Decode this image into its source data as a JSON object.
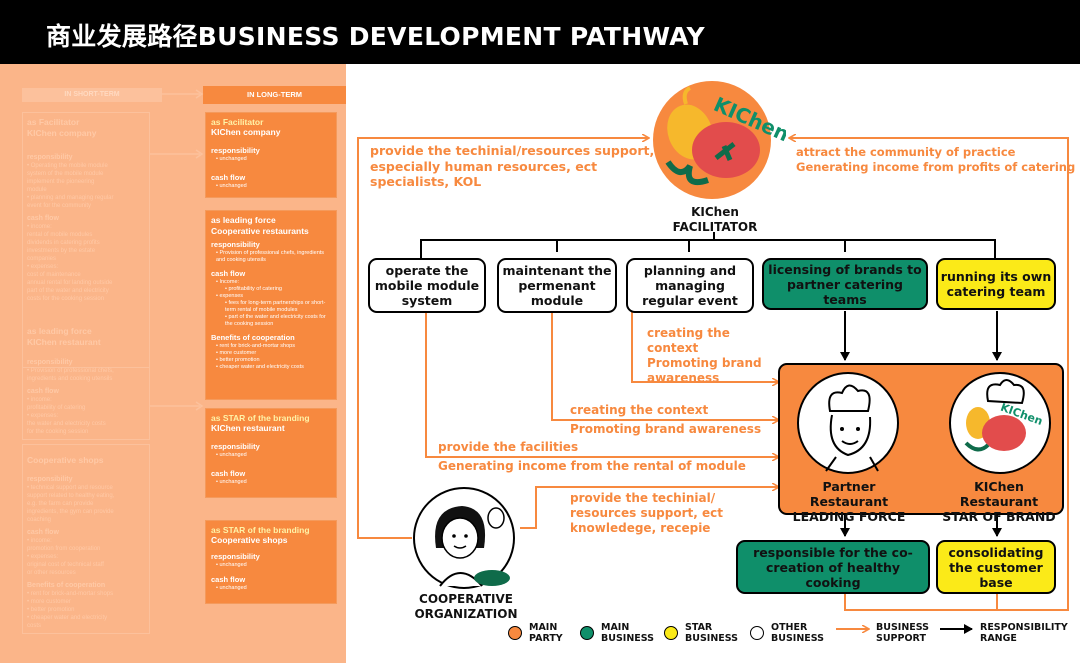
{
  "header": {
    "title": "商业发展路径BUSINESS DEVELOPMENT PATHWAY"
  },
  "left_panel": {
    "short_term_label": "IN SHORT-TERM",
    "long_term_label": "IN LONG-TERM",
    "short_term_sections": [
      {
        "role": "as Facilitator",
        "name": "KIChen company",
        "lines": [
          "responsibility",
          "• Operating the mobile module",
          "  system of the mobile module",
          "  implement the pioneering",
          "  module",
          "• planning and managing regular",
          "  event for the community",
          "cash flow",
          "• income:",
          "  rental of mobile modules",
          "  dividends in catering profits",
          "  investments by the estate",
          "  companies",
          "• expenses:",
          "  cost of maintenance",
          "  annual rental for landing outside",
          "  part of the water and electricity",
          "  costs for the cooking session"
        ]
      },
      {
        "role": "as leading force",
        "name": "KIChen restaurant",
        "lines": [
          "responsibility",
          "• Provision of professional chefs,",
          "  ingredients and cooking utensils",
          "cash flow",
          "• income:",
          "  profitability of catering",
          "• expenses:",
          "  the water and electricity costs",
          "  for the cooking session"
        ]
      },
      {
        "role": "",
        "name": "Cooperative shops",
        "lines": [
          "responsibility",
          "• technical support and resource",
          "  support related to healthy eating,",
          "  e.g. the farm can provide",
          "  ingredients, the gym can provide",
          "  coaching",
          "cash flow",
          "• income:",
          "  promotion from cooperation",
          "• expenses:",
          "  original cost of technical staff",
          "  or other resources",
          "Benefits of cooperation",
          "• rent for brick-and-mortar shops",
          "• more customer",
          "• better promotion",
          "• cheaper water and electricity",
          "  costs"
        ]
      }
    ],
    "long_term_boxes": [
      {
        "role": "as Facilitator",
        "name": "KIChen company",
        "responsibility": "responsibility",
        "resp_items": [
          "unchanged"
        ],
        "cash": "cash flow",
        "cash_items": [
          "unchanged"
        ]
      },
      {
        "role": "as leading force",
        "name": "Cooperative restaurants",
        "responsibility": "responsibility",
        "resp_items": [
          "Provision of professional chefs, ingredients and cooking utensils"
        ],
        "cash": "cash flow",
        "income": "Income:",
        "income_items": [
          "profitability of catering"
        ],
        "expenses": "expenses",
        "expense_items": [
          "fees for long-term partnerships or short-term rental of mobile modules",
          "part of the water and electricity costs for the cooking session"
        ],
        "benefits": "Benefits of cooperation",
        "benefit_items": [
          "rent for brick-and-mortar shops",
          "more customer",
          "better promotion",
          "cheaper  water and electricity costs"
        ]
      },
      {
        "role": "as STAR of the branding",
        "name": "KIChen restaurant",
        "responsibility": "responsibility",
        "resp_items": [
          "unchanged"
        ],
        "cash": "cash flow",
        "cash_items": [
          "unchanged"
        ]
      },
      {
        "role": "as STAR of the branding",
        "name": "Cooperative shops",
        "responsibility": "responsibility",
        "resp_items": [
          "unchanged"
        ],
        "cash": "cash flow",
        "cash_items": [
          "unchanged"
        ]
      }
    ]
  },
  "diagram": {
    "logo_text": "KIChen",
    "facilitator_label_1": "KIChen",
    "facilitator_label_2": "FACILITATOR",
    "top_left_text_1": "provide the techinial/resources support,",
    "top_left_text_2": "especially human resources, ect",
    "top_left_text_3": "specialists, KOL",
    "top_right_text_1": "attract the community of practice",
    "top_right_text_2": "Generating income from profits of catering",
    "boxes": {
      "b1": "operate the mobile module system",
      "b2": "maintenant the permenant module",
      "b3": "planning and managing regular event",
      "b4": "licensing of brands to partner catering teams",
      "b5": "running its own catering team"
    },
    "arrow_labels": {
      "a1_1": "creating the",
      "a1_2": "context",
      "a1_3": "Promoting brand",
      "a1_4": "awareness",
      "a2_1": "creating the context",
      "a2_2": "Promoting brand awareness",
      "a3_1": "provide the facilities",
      "a3_2": "Generating income from the rental of module",
      "a4_1": "provide the techinial/",
      "a4_2": "resources support, ect",
      "a4_3": "knowledege, recepie"
    },
    "restaurant_box": {
      "partner_1": "Partner Restaurant",
      "partner_2": "LEADING FORCE",
      "star_1": "KIChen Restaurant",
      "star_2": "STAR OF BRAND",
      "mini_logo": "KIChen"
    },
    "bottom_green": "responsible for the co-creation of healthy cooking",
    "bottom_yellow": "consolidating the customer base",
    "coop_1": "COOPERATIVE",
    "coop_2": "ORGANIZATION"
  },
  "legend": {
    "items": [
      {
        "label_1": "MAIN",
        "label_2": "PARTY",
        "color": "#f7893f"
      },
      {
        "label_1": "MAIN",
        "label_2": "BUSINESS",
        "color": "#0f8f6a"
      },
      {
        "label_1": "STAR",
        "label_2": "BUSINESS",
        "color": "#fbea18"
      },
      {
        "label_1": "OTHER",
        "label_2": "BUSINESS",
        "color": "#ffffff"
      }
    ],
    "support_1": "BUSINESS",
    "support_2": "SUPPORT",
    "range_1": "RESPONSIBILITY",
    "range_2": "RANGE"
  },
  "colors": {
    "orange": "#f7893f",
    "green": "#0f8f6a",
    "yellow": "#fbea18",
    "left_bg": "#fbb589"
  }
}
